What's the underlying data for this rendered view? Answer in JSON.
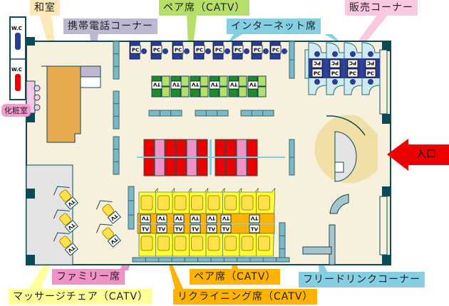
{
  "title": "店内フロアマップ",
  "labels": {
    "washitsu": "和室",
    "phone_corner": "携帯電話コーナー",
    "pair_top": "ペア席（CATV）",
    "internet": "インターネット席",
    "shop": "販売コーナー",
    "entrance": "入口",
    "family": "ファミリー席",
    "massage": "マッサージチェア（CATV）",
    "pair_bottom": "ペア席（CATV）",
    "reclining": "リクライニング席（CATV）",
    "free_drink": "フリードリンクコーナー",
    "powder_room": "化粧室",
    "wc_men": "W.C",
    "wc_women": "W.C"
  },
  "map": {
    "pc_label": "PC",
    "tv_label": "TV"
  },
  "colors": {
    "floor": "#f6f0dd",
    "wall": "#0e4a55",
    "washitsu": "#e8aa4c",
    "phone": "#bdb8cf",
    "pair_green": "#b6df6a",
    "internet_blue": "#86cfe2",
    "shop_pink": "#f9c8e1",
    "family_pink": "#ef92c6",
    "massage_yellow": "#ffff99",
    "orange": "#ffb300",
    "entrance_red": "#ee0000"
  }
}
